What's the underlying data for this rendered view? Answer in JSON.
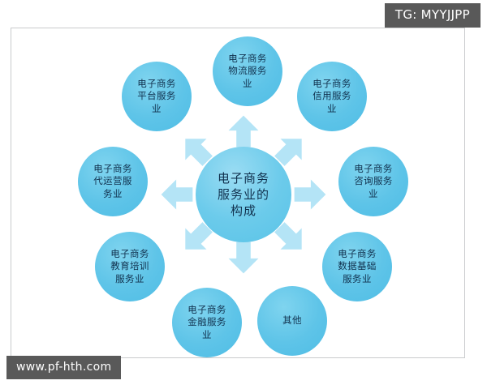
{
  "watermarks": {
    "tg_tag": "TG: MYYJJPP",
    "site": "www.pf-hth.com"
  },
  "diagram": {
    "type": "hub-and-spoke",
    "center": {
      "id": "center",
      "label": "电子商务\n服务业的\n构成",
      "line1": "电子商务",
      "line2": "服务业的",
      "line3": "构成"
    },
    "arrows": [
      {
        "name": "arrow-north",
        "direction": "up"
      },
      {
        "name": "arrow-northeast",
        "direction": "up-right"
      },
      {
        "name": "arrow-east",
        "direction": "right"
      },
      {
        "name": "arrow-southeast",
        "direction": "down-right"
      },
      {
        "name": "arrow-south",
        "direction": "down"
      },
      {
        "name": "arrow-southwest",
        "direction": "down-left"
      },
      {
        "name": "arrow-west",
        "direction": "left"
      },
      {
        "name": "arrow-northwest",
        "direction": "up-left"
      }
    ],
    "nodes": [
      {
        "id": "logistics",
        "label": "电子商务\n物流服务\n业",
        "position": "top"
      },
      {
        "id": "credit",
        "label": "电子商务\n信用服务\n业",
        "position": "top-right"
      },
      {
        "id": "consulting",
        "label": "电子商务\n咨询服务\n业",
        "position": "right"
      },
      {
        "id": "data",
        "label": "电子商务\n数据基础\n服务业",
        "position": "bottom-right"
      },
      {
        "id": "other",
        "label": "其他",
        "position": "bottom-right-low"
      },
      {
        "id": "finance",
        "label": "电子商务\n金融服务\n业",
        "position": "bottom"
      },
      {
        "id": "education",
        "label": "电子商务\n教育培训\n服务业",
        "position": "bottom-left"
      },
      {
        "id": "operation",
        "label": "电子商务\n代运营服\n务业",
        "position": "left"
      },
      {
        "id": "platform",
        "label": "电子商务\n平台服务\n业",
        "position": "top-left"
      }
    ]
  },
  "colors": {
    "node_fill": "#5ec4e8",
    "center_fill": "#6ccbeb",
    "arrow_fill": "#b4e4f6",
    "text": "#11314e",
    "card_border": "#c9cbcd",
    "watermark_bg": "#595959",
    "background": "#ffffff"
  }
}
